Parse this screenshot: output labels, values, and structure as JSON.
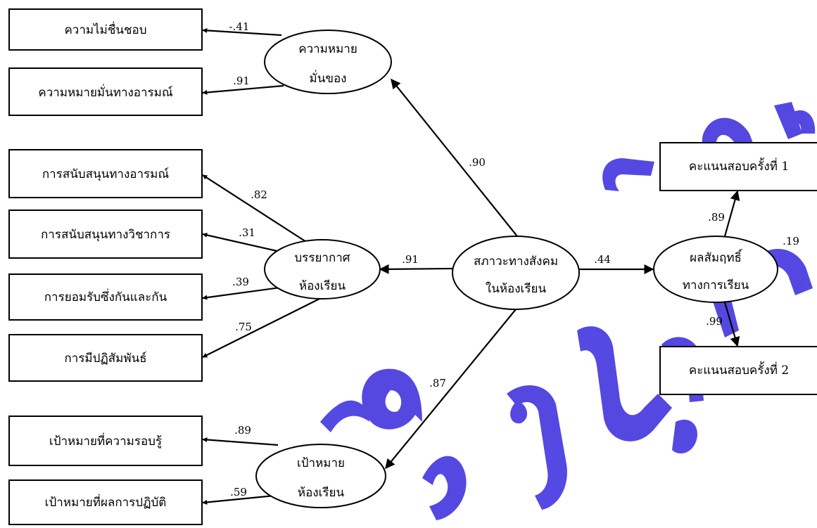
{
  "colors": {
    "line": "#000000",
    "box_fill": "#ffffff",
    "watermark": "#4b3fe0"
  },
  "observed": {
    "ob1": "ความไม่ชื่นชอบ",
    "ob2": "ความหมายมั่นทางอารมณ์",
    "ob3": "การสนับสนุนทางอารมณ์",
    "ob4": "การสนับสนุนทางวิชาการ",
    "ob5": "การยอมรับซึ่งกันและกัน",
    "ob6": "การมีปฏิสัมพันธ์",
    "ob7": "เป้าหมายที่ความรอบรู้",
    "ob8": "เป้าหมายที่ผลการปฏิบัติ",
    "ob9": "คะแนนสอบครั้งที่ 1",
    "ob10": "คะแนนสอบครั้งที่ 2"
  },
  "latent": {
    "l1": {
      "line1": "ความหมาย",
      "line2": "มั่นของ"
    },
    "l2": {
      "line1": "บรรยากาศ",
      "line2": "ห้องเรียน"
    },
    "l3": {
      "line1": "เป้าหมาย",
      "line2": "ห้องเรียน"
    },
    "l4": {
      "line1": "สภาวะทางสังคม",
      "line2": "ในห้องเรียน"
    },
    "l5": {
      "line1": "ผลสัมฤทธิ์",
      "line2": "ทางการเรียน"
    }
  },
  "coefficients": {
    "c1": "-.41",
    "c2": ".91",
    "c3": ".82",
    "c4": ".31",
    "c5": ".39",
    "c6": ".75",
    "c7": ".89",
    "c8": ".59",
    "c9": ".90",
    "c10": ".91",
    "c11": ".87",
    "c12": ".44",
    "c13": ".89",
    "c14": ".99",
    "c15": ".19"
  }
}
